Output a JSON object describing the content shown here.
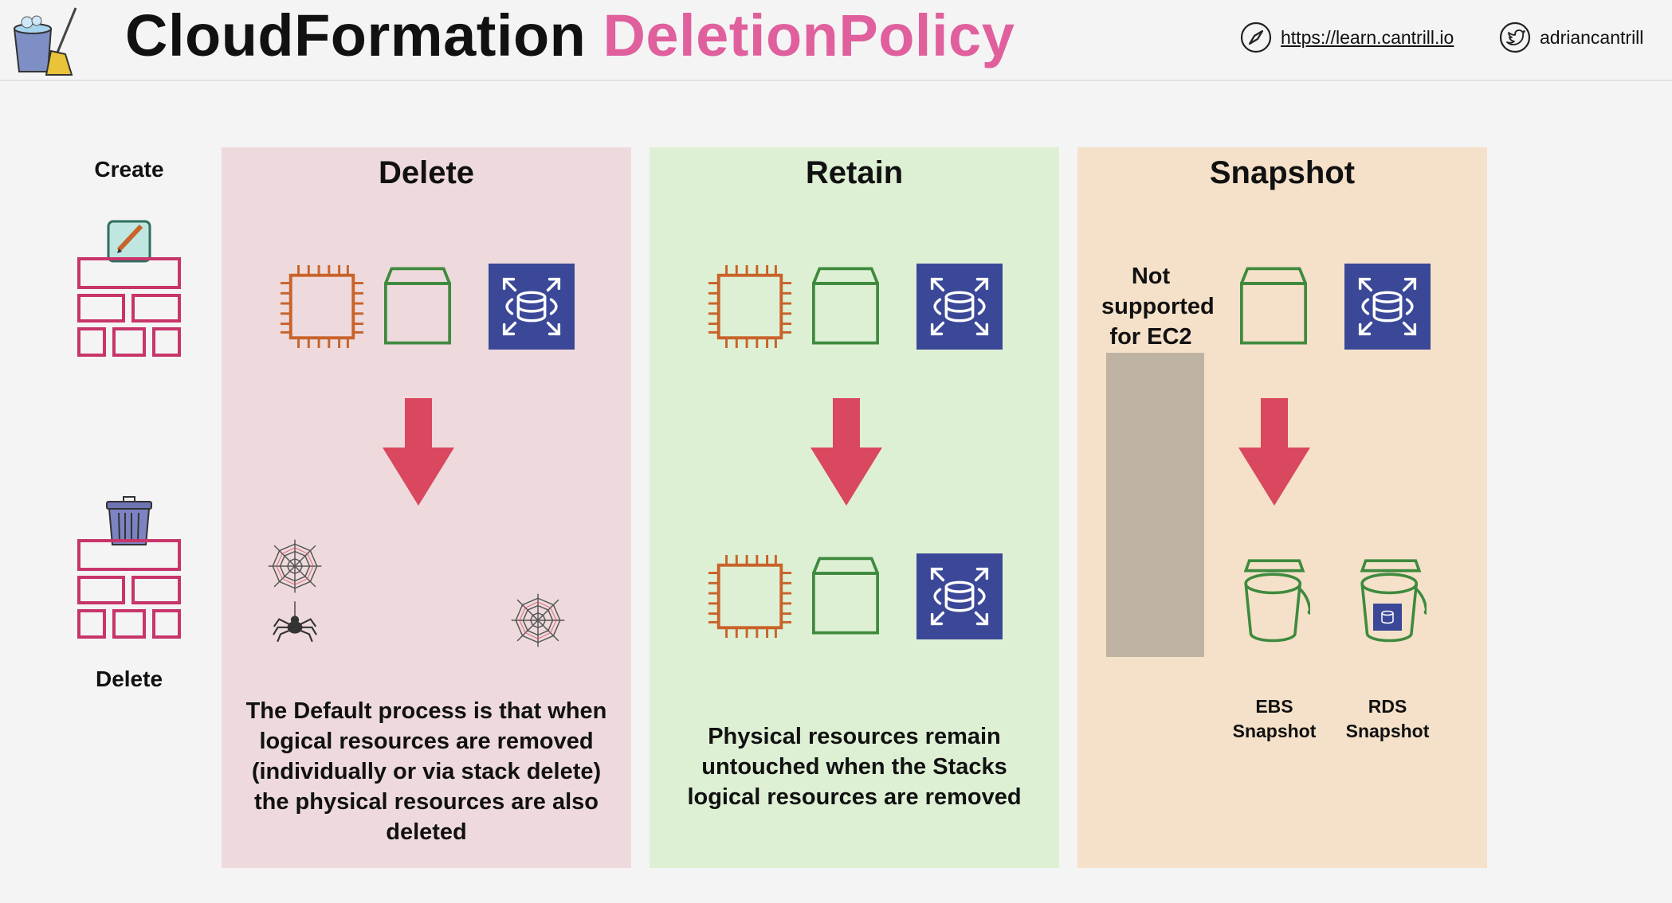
{
  "header": {
    "title_part1": "CloudFormation",
    "title_part2": "DeletionPolicy",
    "site_link": "https://learn.cantrill.io",
    "twitter_handle": "adriancantrill",
    "logo_icon": "bucket-broom-icon"
  },
  "sidebar": {
    "create_label": "Create",
    "delete_label": "Delete",
    "create_icon": "stack-create-icon",
    "delete_icon": "stack-delete-icon"
  },
  "panels": {
    "delete": {
      "title": "Delete",
      "description": "The Default process is that when logical resources are removed (individually or via stack delete) the physical resources are also deleted"
    },
    "retain": {
      "title": "Retain",
      "description": "Physical resources remain untouched when the Stacks logical resources are removed"
    },
    "snapshot": {
      "title": "Snapshot",
      "not_supported": "Not supported for EC2",
      "ebs_label": "EBS Snapshot",
      "rds_label": "RDS Snapshot"
    }
  },
  "colors": {
    "accent_pink": "#e0609e",
    "delete_bg": "#eedadc",
    "retain_bg": "#def0d4",
    "snapshot_bg": "#f5e1c9",
    "ec2_orange": "#c8632a",
    "ebs_green": "#3f8a3e",
    "rds_blue": "#3b4898",
    "arrow_red": "#d9485e",
    "stack_pink": "#c8356a"
  },
  "icons": [
    "ec2-chip-icon",
    "ebs-volume-icon",
    "rds-database-icon",
    "down-arrow-icon",
    "spider-web-icon",
    "spider-icon",
    "snapshot-bucket-icon",
    "compass-icon",
    "twitter-bird-icon"
  ]
}
